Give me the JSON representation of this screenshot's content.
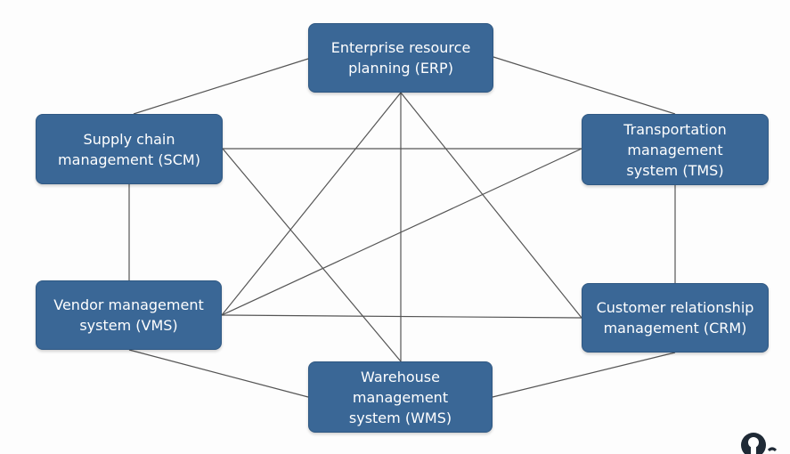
{
  "diagram": {
    "line_color": "#555555",
    "node_color": "#3a6796",
    "nodes": [
      {
        "id": "erp",
        "lines": [
          "Enterprise resource",
          "planning (ERP)"
        ]
      },
      {
        "id": "scm",
        "lines": [
          "Supply chain",
          "management (SCM)"
        ]
      },
      {
        "id": "tms",
        "lines": [
          "Transportation",
          "management",
          "system (TMS)"
        ]
      },
      {
        "id": "vms",
        "lines": [
          "Vendor management",
          "system (VMS)"
        ]
      },
      {
        "id": "crm",
        "lines": [
          "Customer relationship",
          "management (CRM)"
        ]
      },
      {
        "id": "wms",
        "lines": [
          "Warehouse",
          "management",
          "system (WMS)"
        ]
      }
    ],
    "edges": [
      [
        "erp",
        "scm"
      ],
      [
        "erp",
        "tms"
      ],
      [
        "erp",
        "vms"
      ],
      [
        "erp",
        "crm"
      ],
      [
        "erp",
        "wms"
      ],
      [
        "scm",
        "tms"
      ],
      [
        "scm",
        "vms"
      ],
      [
        "scm",
        "wms"
      ],
      [
        "tms",
        "crm"
      ],
      [
        "tms",
        "vms"
      ],
      [
        "vms",
        "crm"
      ],
      [
        "vms",
        "wms"
      ],
      [
        "crm",
        "wms"
      ]
    ]
  },
  "logo": {
    "icon": "bulb-logo-icon"
  }
}
